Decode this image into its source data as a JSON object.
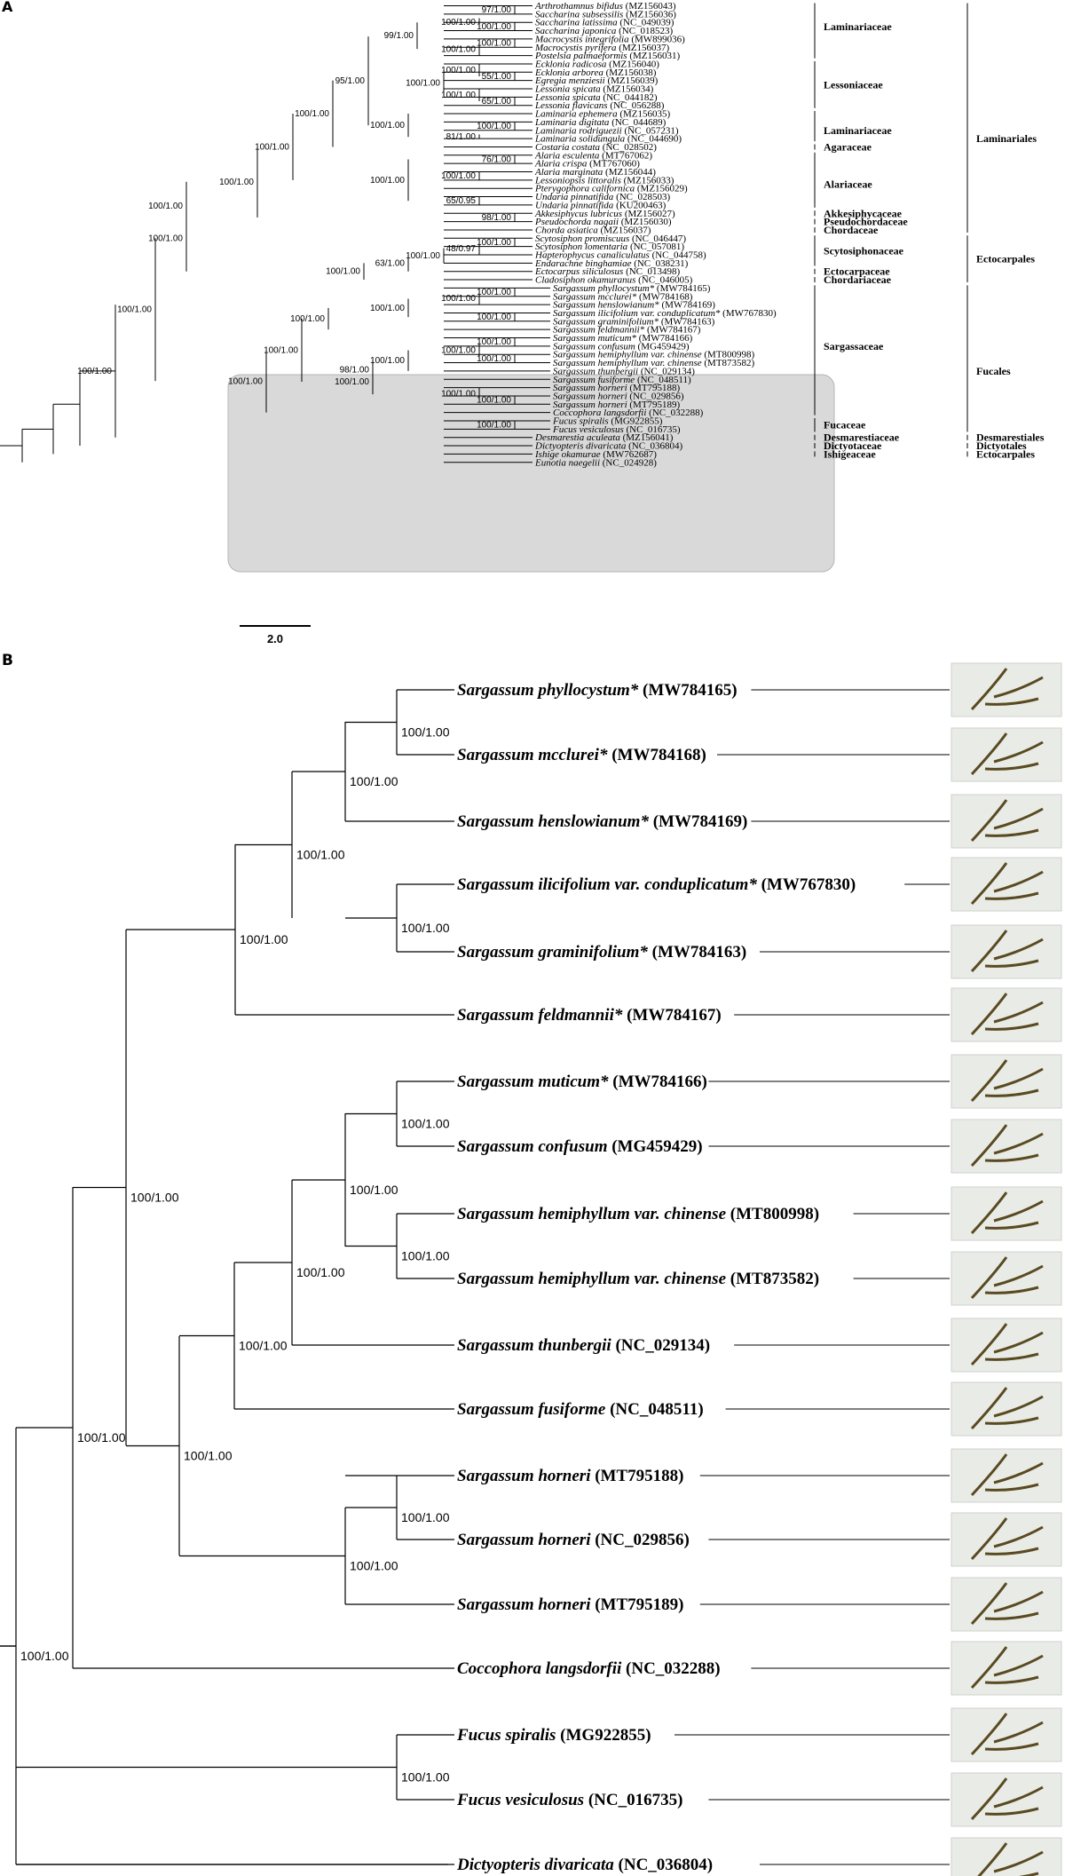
{
  "panel_a": {
    "label": "A",
    "scale_bar_label": "2.0",
    "taxa": [
      [
        "Arthrothamnus bifidus",
        "(MZ156043)"
      ],
      [
        "Saccharina subsessilis",
        "(MZ156036)"
      ],
      [
        "Saccharina latissima",
        "(NC_049039)"
      ],
      [
        "Saccharina japonica",
        "(NC_018523)"
      ],
      [
        "Macrocystis integrifolia",
        "(MW899036)"
      ],
      [
        "Macrocystis pyrifera",
        "(MZ156037)"
      ],
      [
        "Postelsia palmaeformis",
        "(MZ156031)"
      ],
      [
        "Ecklonia radicosa",
        "(MZ156040)"
      ],
      [
        "Ecklonia arborea",
        "(MZ156038)"
      ],
      [
        "Egregia menziesii",
        "(MZ156039)"
      ],
      [
        "Lessonia spicata",
        "(MZ156034)"
      ],
      [
        "Lessonia spicata",
        "(NC_044182)"
      ],
      [
        "Lessonia flavicans",
        "(NC_056288)"
      ],
      [
        "Laminaria ephemera",
        "(MZ156035)"
      ],
      [
        "Laminaria digitata",
        "(NC_044689)"
      ],
      [
        "Laminaria rodriguezii",
        "(NC_057231)"
      ],
      [
        "Laminaria solidungula",
        "(NC_044690)"
      ],
      [
        "Costaria costata",
        "(NC_028502)"
      ],
      [
        "Alaria esculenta",
        "(MT767062)"
      ],
      [
        "Alaria crispa",
        "(MT767060)"
      ],
      [
        "Alaria marginata",
        "(MZ156044)"
      ],
      [
        "Lessoniopsis littoralis",
        "(MZ156033)"
      ],
      [
        "Pterygophora californica",
        "(MZ156029)"
      ],
      [
        "Undaria pinnatifida",
        "(NC_028503)"
      ],
      [
        "Undaria pinnatifida",
        "(KU200463)"
      ],
      [
        "Akkesiphycus lubricus",
        "(MZ156027)"
      ],
      [
        "Pseudochorda nagaii",
        "(MZ156030)"
      ],
      [
        "Chorda asiatica",
        "(MZ156037)"
      ],
      [
        "Scytosiphon promiscuus",
        "(NC_046447)"
      ],
      [
        "Scytosiphon lomentaria",
        "(NC_057081)"
      ],
      [
        "Hapterophycus canaliculatus",
        "(NC_044758)"
      ],
      [
        "Endarachne binghamiae",
        "(NC_038231)"
      ],
      [
        "Ectocarpus siliculosus",
        "(NC_013498)"
      ],
      [
        "Cladosiphon okamuranus",
        "(NC_046005)"
      ],
      [
        "Sargassum phyllocystum*",
        "(MW784165)"
      ],
      [
        "Sargassum mcclurei*",
        "(MW784168)"
      ],
      [
        "Sargassum henslowianum*",
        "(MW784169)"
      ],
      [
        "Sargassum ilicifolium var. conduplicatum*",
        "(MW767830)"
      ],
      [
        "Sargassum graminifolium*",
        "(MW784163)"
      ],
      [
        "Sargassum feldmannii*",
        "(MW784167)"
      ],
      [
        "Sargassum muticum*",
        "(MW784166)"
      ],
      [
        "Sargassum confusum",
        "(MG459429)"
      ],
      [
        "Sargassum hemiphyllum var. chinense",
        "(MT800998)"
      ],
      [
        "Sargassum hemiphyllum var. chinense",
        "(MT873582)"
      ],
      [
        "Sargassum thunbergii",
        "(NC_029134)"
      ],
      [
        "Sargassum fusiforme",
        "(NC_048511)"
      ],
      [
        "Sargassum horneri",
        "(MT795188)"
      ],
      [
        "Sargassum horneri",
        "(NC_029856)"
      ],
      [
        "Sargassum horneri",
        "(MT795189)"
      ],
      [
        "Coccophora langsdorfii",
        "(NC_032288)"
      ],
      [
        "Fucus spiralis",
        "(MG922855)"
      ],
      [
        "Fucus vesiculosus",
        "(NC_016735)"
      ],
      [
        "Desmarestia aculeata",
        "(MZ156041)"
      ],
      [
        "Dictyopteris divaricata",
        "(NC_036804)"
      ],
      [
        "Ishige okamurae",
        "(MW762687)"
      ],
      [
        "Eunotia naegelii",
        "(NC_024928)"
      ]
    ],
    "supports": [
      "97/1.00",
      "100/1.00",
      "100/1.00",
      "100/1.00",
      "100/1.00",
      "99/1.00",
      "100/1.00",
      "55/1.00",
      "100/1.00",
      "65/1.00",
      "100/1.00",
      "95/1.00",
      "100/1.00",
      "81/1.00",
      "100/1.00",
      "100/1.00",
      "100/1.00",
      "76/1.00",
      "100/1.00",
      "65/0.95",
      "100/1.00",
      "98/1.00",
      "100/1.00",
      "100/1.00",
      "100/1.00",
      "48/0.97",
      "100/1.00",
      "63/1.00",
      "100/1.00",
      "100/1.00",
      "100/1.00",
      "100/1.00",
      "100/1.00",
      "100/1.00",
      "100/1.00",
      "100/1.00",
      "100/1.00",
      "100/1.00",
      "100/1.00",
      "98/1.00",
      "100/1.00",
      "100/1.00",
      "100/1.00",
      "100/1.00",
      "100/1.00",
      "100/1.00",
      "100/1.00",
      "100/1.00"
    ],
    "families": [
      "Laminariaceae",
      "Lessoniaceae",
      "Laminariaceae",
      "Agaraceae",
      "Alariaceae",
      "Akkesiphycaceae",
      "Pseudochordaceae",
      "Chordaceae",
      "Scytosiphonaceae",
      "Ectocarpaceae",
      "Chordariaceae",
      "Sargassaceae",
      "Fucaceae",
      "Desmarestiaceae",
      "Dictyotaceae",
      "Ishigeaceae"
    ],
    "orders": [
      "Laminariales",
      "Ectocarpales",
      "Fucales",
      "Desmarestiales",
      "Dictyotales",
      "Ectocarpales"
    ]
  },
  "panel_b": {
    "label": "B",
    "taxa": [
      [
        "Sargassum phyllocystum*",
        "(MW784165)"
      ],
      [
        "Sargassum mcclurei*",
        "(MW784168)"
      ],
      [
        "Sargassum henslowianum*",
        "(MW784169)"
      ],
      [
        "Sargassum ilicifolium var. conduplicatum*",
        "(MW767830)"
      ],
      [
        "Sargassum graminifolium*",
        "(MW784163)"
      ],
      [
        "Sargassum feldmannii*",
        "(MW784167)"
      ],
      [
        "Sargassum muticum*",
        "(MW784166)"
      ],
      [
        "Sargassum confusum",
        "(MG459429)"
      ],
      [
        "Sargassum hemiphyllum var. chinense",
        "(MT800998)"
      ],
      [
        "Sargassum hemiphyllum var. chinense",
        "(MT873582)"
      ],
      [
        "Sargassum thunbergii",
        "(NC_029134)"
      ],
      [
        "Sargassum fusiforme",
        "(NC_048511)"
      ],
      [
        "Sargassum horneri",
        "(MT795188)"
      ],
      [
        "Sargassum horneri",
        "(NC_029856)"
      ],
      [
        "Sargassum horneri",
        "(MT795189)"
      ],
      [
        "Coccophora langsdorfii",
        "(NC_032288)"
      ],
      [
        "Fucus spiralis",
        "(MG922855)"
      ],
      [
        "Fucus vesiculosus",
        "(NC_016735)"
      ],
      [
        "Dictyopteris divaricata",
        "(NC_036804)"
      ]
    ],
    "supports": [
      "100/1.00",
      "100/1.00",
      "100/1.00",
      "100/1.00",
      "100/1.00",
      "100/1.00",
      "100/1.00",
      "100/1.00",
      "100/1.00",
      "100/1.00",
      "100/1.00",
      "100/1.00",
      "100/1.00",
      "100/1.00",
      "100/1.00",
      "100/1.00",
      "100/1.00"
    ]
  },
  "colors": {
    "line": "#000000",
    "highlight_fill": "#d9d9d9",
    "highlight_stroke": "#b5b5b5"
  }
}
